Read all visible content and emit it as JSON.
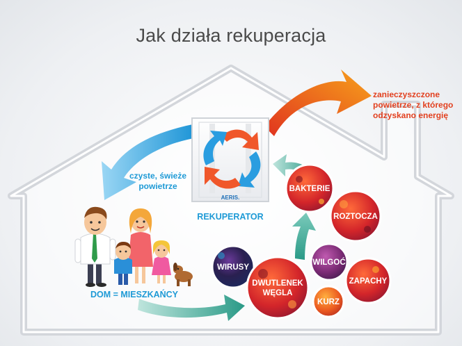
{
  "title": "Jak działa rekuperacja",
  "labels": {
    "exhaust_line1": "zanieczyszczone",
    "exhaust_line2": "powietrze, z którego",
    "exhaust_line3": "odzyskano energię",
    "fresh_line1": "czyste, świeże",
    "fresh_line2": "powietrze",
    "recuperator": "REKUPERATOR",
    "brand": "AERIS.",
    "house_residents": "DOM = MIESZKAŃCY"
  },
  "pollutants": [
    {
      "name": "BAKTERIE",
      "color": "#e23a2a"
    },
    {
      "name": "ROZTOCZA",
      "color": "#d83a1f"
    },
    {
      "name": "WILGOĆ",
      "color": "#8a2d7a"
    },
    {
      "name": "ZAPACHY",
      "color": "#c83a2a"
    },
    {
      "name": "KURZ",
      "color": "#e85a25"
    },
    {
      "name": "WIRUSY",
      "color": "#4a2a6a"
    },
    {
      "name": "DWUTLENEK WĘGLA",
      "name_line1": "DWUTLENEK",
      "name_line2": "WĘGLA",
      "color": "#d0302a"
    }
  ],
  "colors": {
    "blue_arrow": "#1fa0dc",
    "orange_arrow": "#f0572a",
    "teal_arrow": "#2e9e8c",
    "house_outline": "#c9ccd1"
  }
}
